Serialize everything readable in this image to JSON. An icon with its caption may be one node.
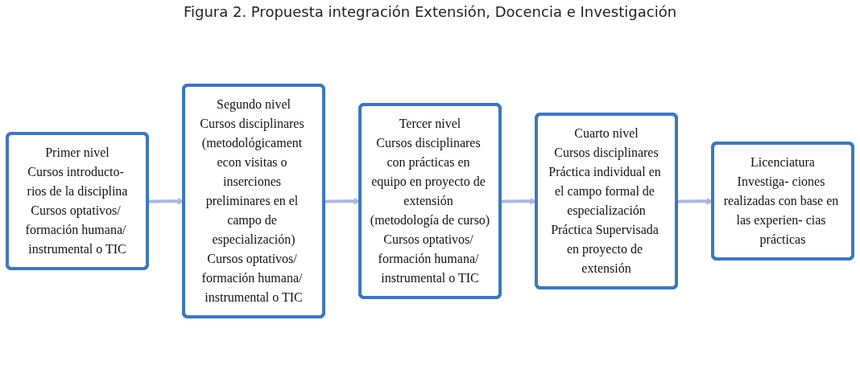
{
  "diagram": {
    "title": "Figura 2. Propuesta integración Extensión, Docencia e Investigación",
    "nodes": [
      {
        "text": [
          "Primer nivel",
          "Cursos introducto- rios de la disciplina",
          "Cursos optativos/ formación humana/ instrumental o TIC"
        ]
      },
      {
        "text": [
          "Segundo nivel",
          "Cursos disciplinares (metodológicament econ visitas o inserciones preliminares en el campo de especialización)",
          "Cursos optativos/ formación humana/ instrumental o TIC"
        ]
      },
      {
        "text": [
          "Tercer nivel",
          "Cursos disciplinares con prácticas en equipo en proyecto de extensión (metodología de curso)",
          "Cursos optativos/ formación humana/ instrumental o TIC"
        ]
      },
      {
        "text": [
          "Cuarto nivel",
          "Cursos disciplinares",
          "Práctica individual en el campo formal de especialización",
          "Práctica Supervisada en proyecto de extensión"
        ]
      },
      {
        "text": [
          "Licenciatura",
          "Investiga- ciones realizadas con base en las experien- cias prácticas"
        ]
      }
    ],
    "edges": [
      {
        "from": 0,
        "to": 1,
        "arrow": "to"
      },
      {
        "from": 1,
        "to": 2,
        "arrow": "to"
      },
      {
        "from": 2,
        "to": 3,
        "arrow": "to"
      },
      {
        "from": 3,
        "to": 4,
        "arrow": "to"
      }
    ]
  }
}
